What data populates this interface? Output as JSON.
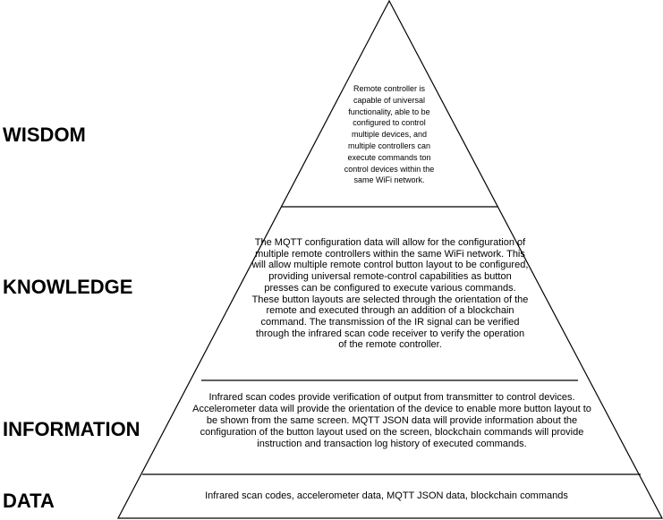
{
  "levels": {
    "wisdom": {
      "label": "WISDOM",
      "text": "Remote controller is capable of universal functionality, able to be configured to control multiple devices, and multiple controllers can execute commands ton control devices within the same WiFi network."
    },
    "knowledge": {
      "label": "KNOWLEDGE",
      "text": "The MQTT configuration data will allow for the configuration of multiple remote controllers within the same WiFi network. This will allow multiple remote control button layout to be configured, providing universal remote-control capabilities as button presses can be configured to execute various commands. These button layouts are selected through the orientation of the remote and executed through an addition of a blockchain command. The transmission of the IR signal can be verified through the infrared scan code receiver to verify the operation of the remote controller."
    },
    "information": {
      "label": "INFORMATION",
      "text": "Infrared scan codes provide verification of output from transmitter to control devices. Accelerometer data will provide the orientation of the device to enable more button layout to be shown from the same screen. MQTT JSON data will provide information about the configuration of the button layout used on the screen, blockchain commands will provide instruction and transaction log history of executed commands."
    },
    "data": {
      "label": "DATA",
      "text": "Infrared scan codes, accelerometer data, MQTT JSON data, blockchain commands"
    }
  },
  "colors": {
    "outline": "#000000",
    "background": "#ffffff"
  }
}
